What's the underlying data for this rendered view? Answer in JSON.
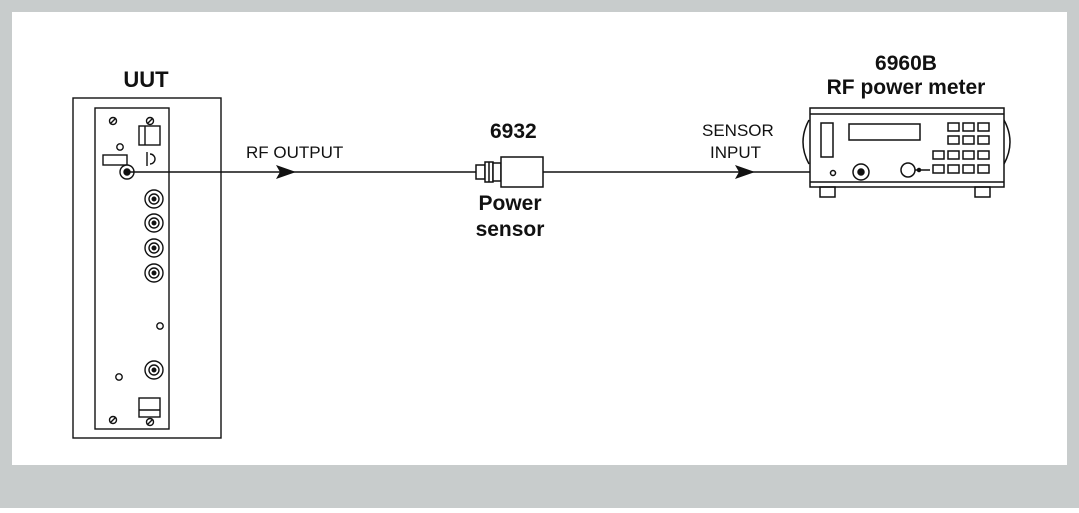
{
  "colors": {
    "frame": "#c8cccc",
    "background": "#ffffff",
    "line": "#111111"
  },
  "uut": {
    "title": "UUT"
  },
  "cable_label": "RF OUTPUT",
  "sensor": {
    "model": "6932",
    "name_line1": "Power",
    "name_line2": "sensor"
  },
  "meter": {
    "model": "6960B",
    "name": "RF power meter",
    "input_line1": "SENSOR",
    "input_line2": "INPUT"
  },
  "icons": [
    "uut-panel-icon",
    "bnc-connector-icon",
    "power-sensor-icon",
    "rf-power-meter-icon",
    "arrow-icon"
  ]
}
